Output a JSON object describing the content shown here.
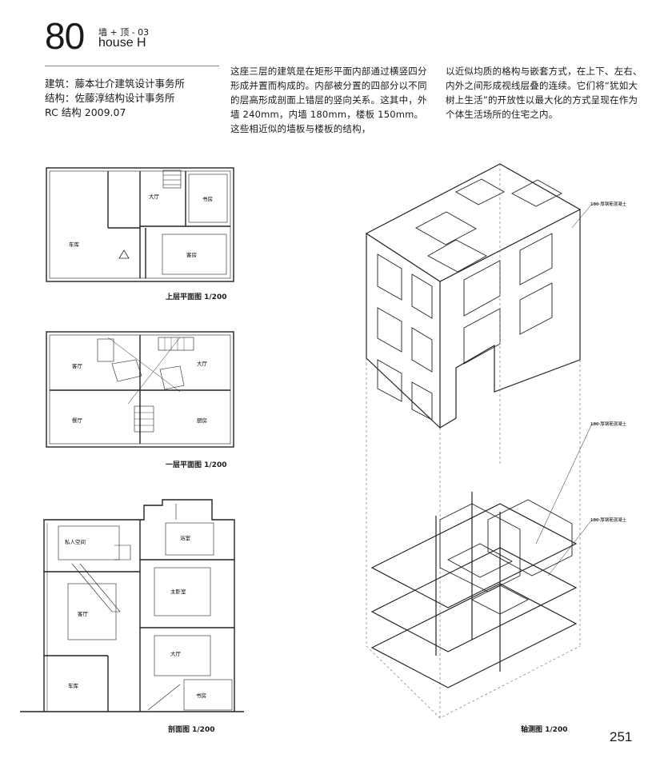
{
  "header": {
    "number": "80",
    "category": "墙 + 顶 - 03",
    "title": "house H"
  },
  "credits": {
    "architect": "建筑：藤本壮介建筑设计事务所",
    "structure": "结构：佐藤淳结构设计事务所",
    "info": "RC 结构   2009.07"
  },
  "body": {
    "col1": "这座三层的建筑是在矩形平面内部通过横竖四分形成并置而构成的。内部被分置的四部分以不同的层高形成剖面上错层的竖向关系。这其中，外墙 240mm，内墙 180mm，楼板 150mm。这些相近似的墙板与楼板的结构，",
    "col2": "以近似均质的格构与嵌套方式，在上下、左右、内外之间形成视线层叠的连续。它们将“犹如大树上生活”的开放性以最大化的方式呈现在作为个体生活场所的住宅之内。"
  },
  "plans": {
    "upper": {
      "caption": "上层平面图 1/200",
      "rooms": [
        "大厅",
        "书房",
        "车库",
        "客房"
      ]
    },
    "ground": {
      "caption": "一层平面图 1/200",
      "rooms": [
        "客厅",
        "大厅",
        "餐厅",
        "厨房"
      ]
    },
    "section": {
      "caption": "剖面图 1/200",
      "rooms": [
        "私人空间",
        "浴室",
        "主卧室",
        "客厅",
        "大厅",
        "车库",
        "书房"
      ]
    }
  },
  "axon": {
    "caption": "轴测图 1/200",
    "labels": [
      "180 厚钢筋混凝土",
      "180 厚钢筋混凝土",
      "180 厚钢筋混凝土"
    ]
  },
  "page_number": "251"
}
